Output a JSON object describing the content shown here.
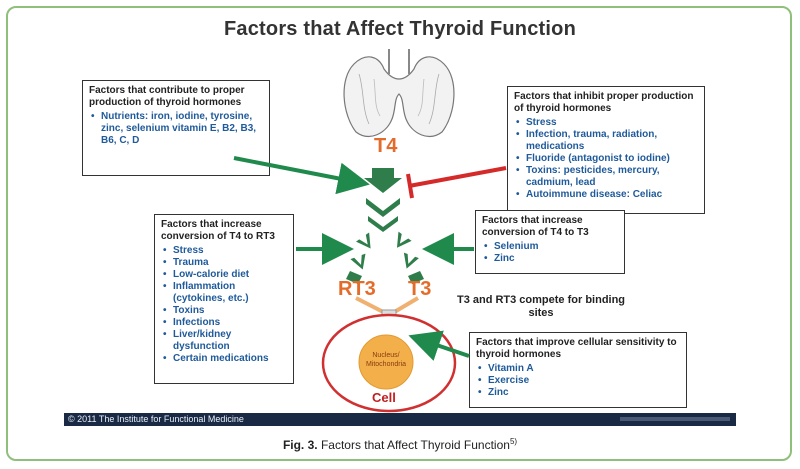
{
  "title": "Factors that Affect Thyroid Function",
  "box_contribute": {
    "head": "Factors that contribute to proper production of thyroid hormones",
    "items": [
      "Nutrients: iron, iodine, tyrosine, zinc, selenium vitamin E, B2, B3, B6, C, D"
    ]
  },
  "box_inhibit": {
    "head": "Factors that inhibit proper production of thyroid hormones",
    "items": [
      "Stress",
      "Infection, trauma, radiation, medications",
      "Fluoride (antagonist to iodine)",
      "Toxins: pesticides, mercury, cadmium, lead",
      "Autoimmune disease: Celiac"
    ]
  },
  "box_increase_rt3": {
    "head": "Factors that increase conversion of T4 to RT3",
    "items": [
      "Stress",
      "Trauma",
      "Low-calorie diet",
      "Inflammation (cytokines, etc.)",
      "Toxins",
      "Infections",
      "Liver/kidney dysfunction",
      "Certain medications"
    ]
  },
  "box_increase_t3": {
    "head": "Factors that increase conversion of T4 to T3",
    "items": [
      "Selenium",
      "Zinc"
    ]
  },
  "box_sensitivity": {
    "head": "Factors that improve cellular sensitivity to thyroid hormones",
    "items": [
      "Vitamin A",
      "Exercise",
      "Zinc"
    ]
  },
  "labels": {
    "t4": "T4",
    "rt3": "RT3",
    "t3": "T3",
    "compete": "T3 and RT3 compete for binding sites",
    "nucleus": "Nucleus/ Mitochondria",
    "cell": "Cell"
  },
  "footer": "© 2011 The Institute for Functional Medicine",
  "caption": {
    "fig": "Fig. 3.",
    "text": " Factors that Affect Thyroid Function",
    "ref": "5)"
  },
  "colors": {
    "green_arrow": "#1f8a4c",
    "red_inhibit": "#d42a2a",
    "hormone": "#e46c2a",
    "bullet_text": "#1f5a9a",
    "cell_border": "#d03030",
    "nucleus": "#f3b04a"
  }
}
